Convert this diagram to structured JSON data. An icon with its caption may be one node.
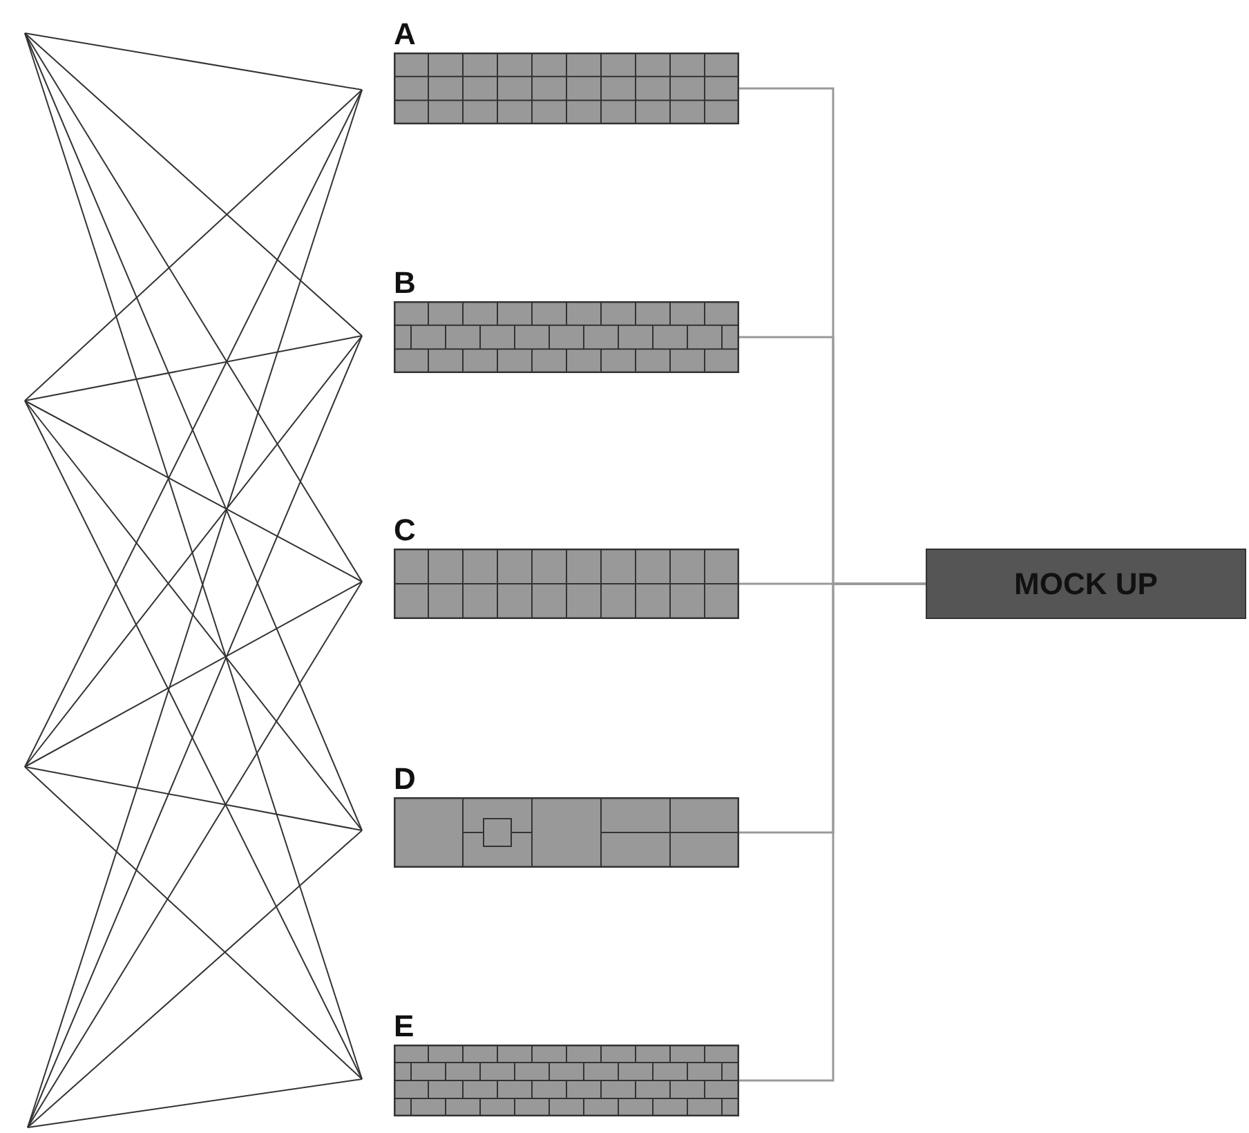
{
  "diagram": {
    "nodes": [
      {
        "text": [
          "A"
        ]
      },
      {
        "text": [
          "B"
        ]
      },
      {
        "text": [
          "C"
        ]
      },
      {
        "text": [
          "D"
        ]
      },
      {
        "text": [
          "E"
        ]
      },
      {
        "text": [
          "MOCK UP"
        ]
      }
    ],
    "edges": [
      {
        "from": 0,
        "to": 5,
        "arrow": "none"
      },
      {
        "from": 1,
        "to": 5,
        "arrow": "none"
      },
      {
        "from": 2,
        "to": 5,
        "arrow": "none"
      },
      {
        "from": 3,
        "to": 5,
        "arrow": "none"
      },
      {
        "from": 4,
        "to": 5,
        "arrow": "none"
      }
    ]
  }
}
